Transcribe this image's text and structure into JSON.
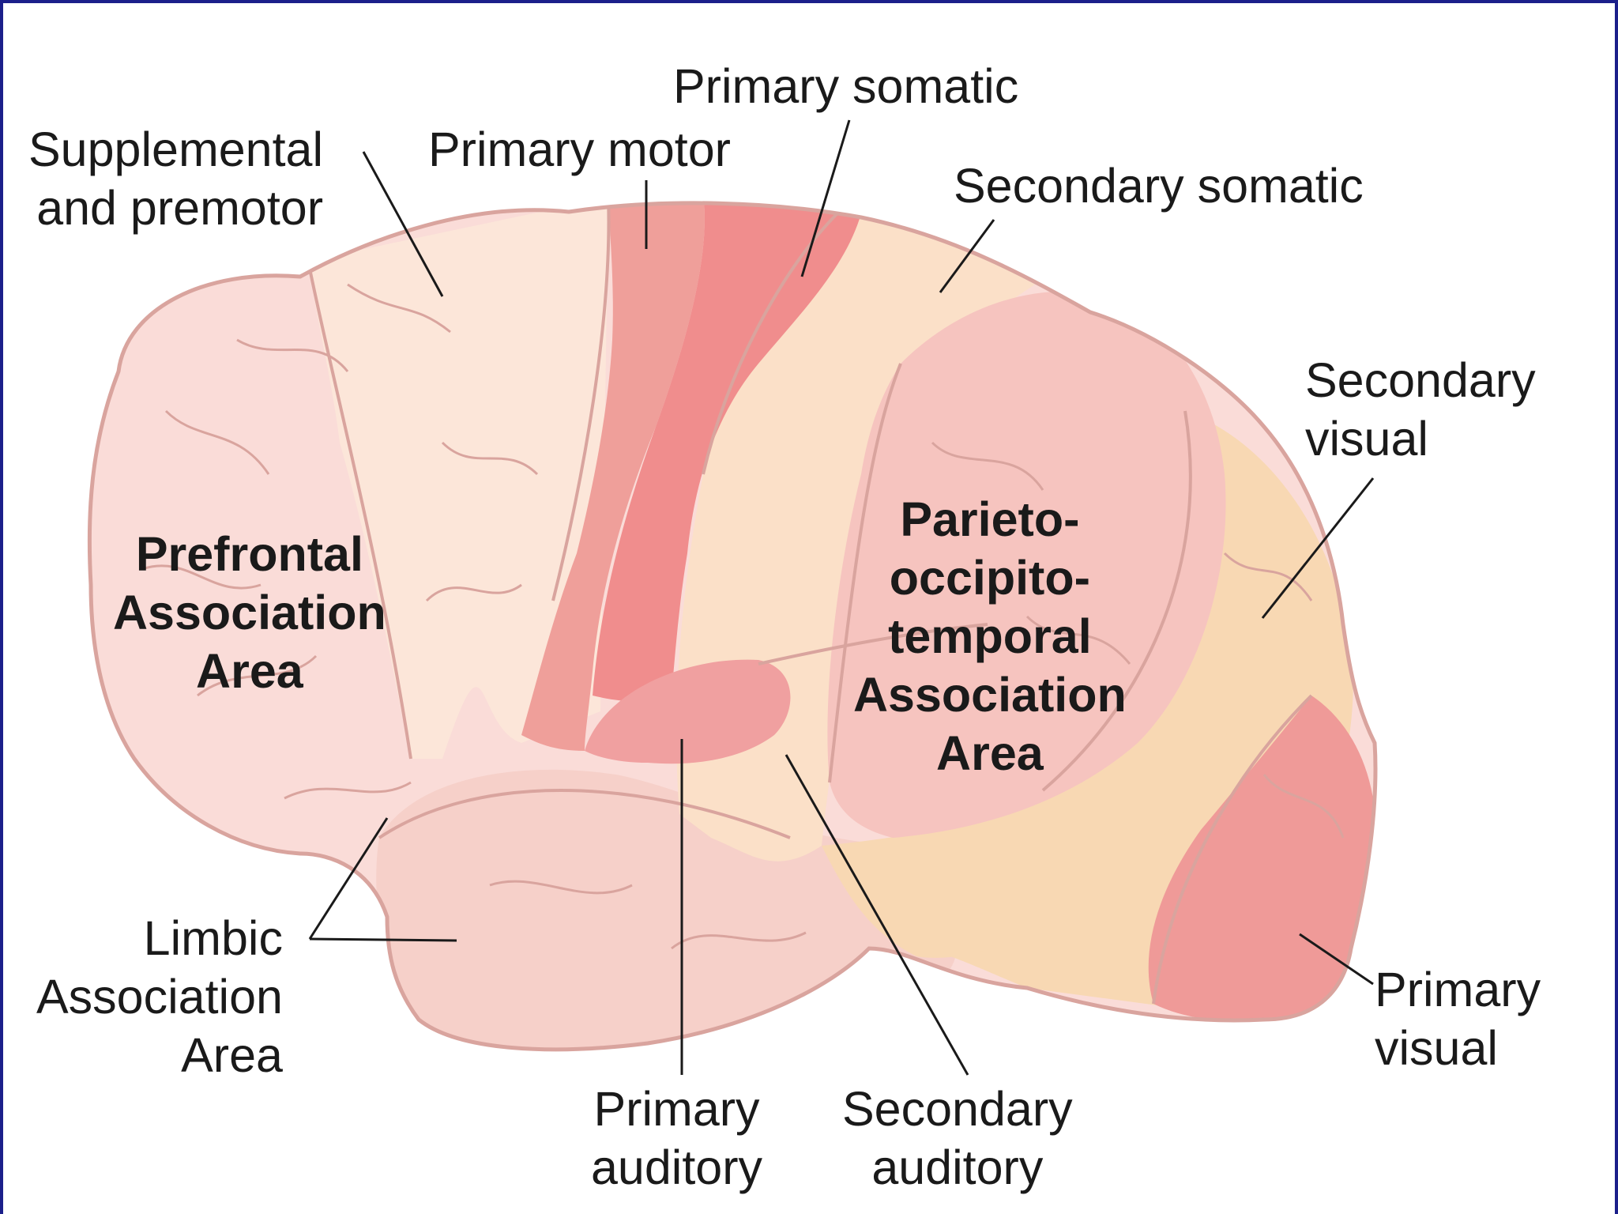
{
  "labels": {
    "primary_somatic": [
      "Primary somatic"
    ],
    "supplemental": [
      "Supplemental",
      "and premotor"
    ],
    "primary_motor": [
      "Primary motor"
    ],
    "secondary_somatic": [
      "Secondary somatic"
    ],
    "secondary_visual": [
      "Secondary",
      "visual"
    ],
    "prefrontal": [
      "Prefrontal",
      "Association",
      "Area"
    ],
    "parieto": [
      "Parieto-",
      "occipito-",
      "temporal",
      "Association",
      "Area"
    ],
    "limbic": [
      "Limbic",
      "Association",
      "Area"
    ],
    "primary_visual": [
      "Primary",
      "visual"
    ],
    "primary_auditory": [
      "Primary",
      "auditory"
    ],
    "secondary_auditory": [
      "Secondary",
      "auditory"
    ]
  },
  "colors": {
    "frame": "#1b1f8a",
    "outline": "#d9a49e",
    "prefrontal": "#fadcd8",
    "supplemental": "#fce6d9",
    "primary_motor": "#ef9f9a",
    "primary_somatic": "#f08d8d",
    "secondary_somatic": "#fbe0c8",
    "parieto": "#f6c4bf",
    "secondary_visual": "#f8d8b3",
    "primary_visual": "#ef9a98",
    "temporal": "#f6d0c9",
    "primary_auditory": "#f0a0a0",
    "leader": "#1a1a1a"
  }
}
